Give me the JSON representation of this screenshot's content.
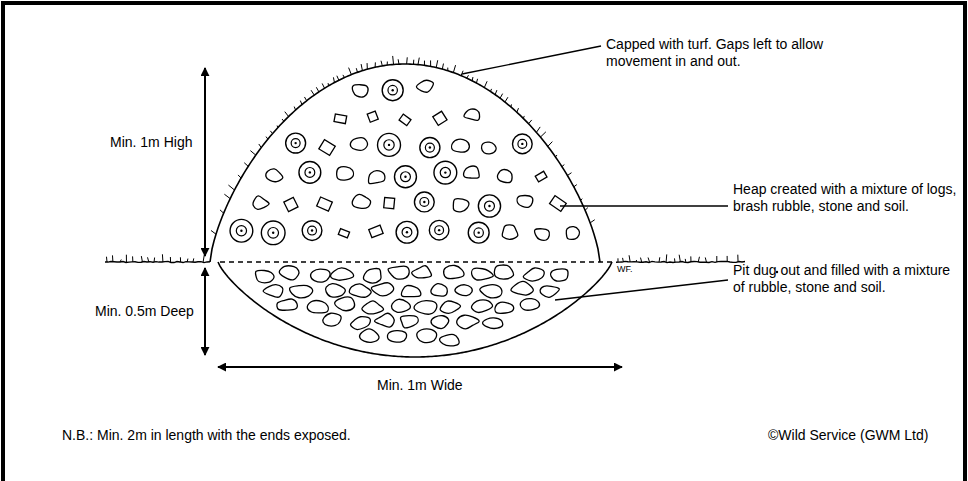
{
  "diagram": {
    "labels": [
      "Capped with turf. Gaps left to allow movement in and out.",
      "Heap created with a mixture of logs, brash rubble, stone and soil.",
      "Pit dug out and filled with a mixture of rubble, stone and soil.",
      "Min. 1m High",
      "Min. 0.5m Deep",
      "Min. 1m Wide",
      "N.B.: Min. 2m in length with the ends exposed.",
      "©Wild Service (GWM Ltd)",
      "WF."
    ]
  }
}
